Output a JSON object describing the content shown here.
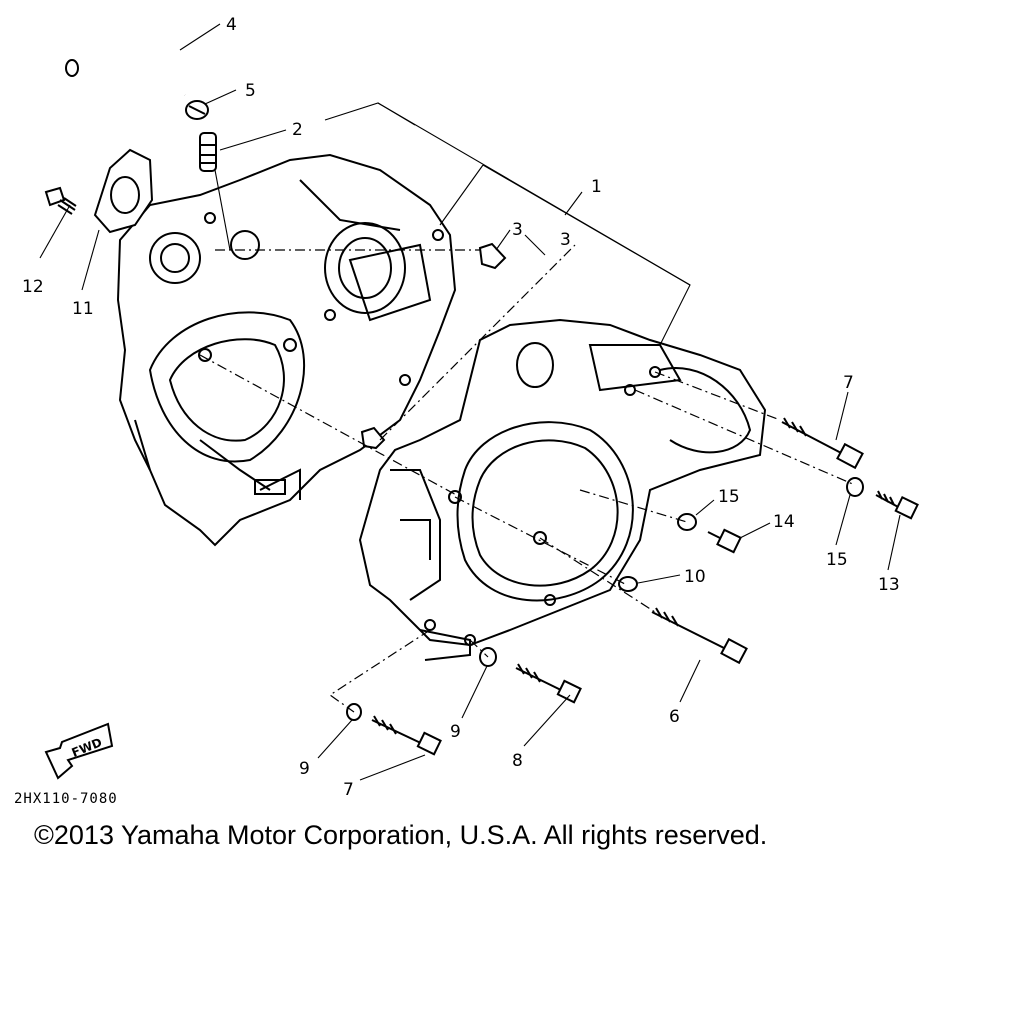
{
  "diagram": {
    "callouts": [
      {
        "id": "c1",
        "text": "1"
      },
      {
        "id": "c2",
        "text": "2"
      },
      {
        "id": "c3a",
        "text": "3"
      },
      {
        "id": "c3b",
        "text": "3"
      },
      {
        "id": "c4",
        "text": "4"
      },
      {
        "id": "c5",
        "text": "5"
      },
      {
        "id": "c6",
        "text": "6"
      },
      {
        "id": "c7a",
        "text": "7"
      },
      {
        "id": "c7b",
        "text": "7"
      },
      {
        "id": "c8",
        "text": "8"
      },
      {
        "id": "c9a",
        "text": "9"
      },
      {
        "id": "c9b",
        "text": "9"
      },
      {
        "id": "c10",
        "text": "10"
      },
      {
        "id": "c11",
        "text": "11"
      },
      {
        "id": "c12",
        "text": "12"
      },
      {
        "id": "c13",
        "text": "13"
      },
      {
        "id": "c14",
        "text": "14"
      },
      {
        "id": "c15a",
        "text": "15"
      },
      {
        "id": "c15b",
        "text": "15"
      }
    ],
    "fwd_label": "FWD",
    "drawing_code": "2HX110-7080"
  },
  "copyright": "©2013 Yamaha Motor Corporation, U.S.A. All rights reserved."
}
